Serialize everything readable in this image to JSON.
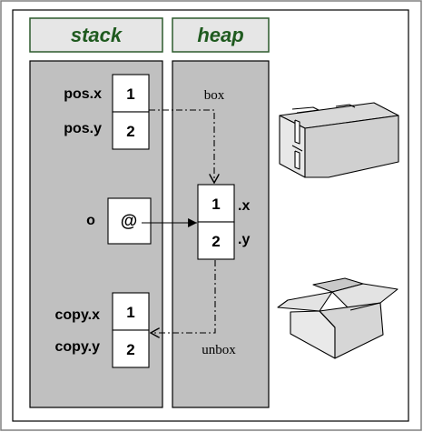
{
  "headers": {
    "stack": "stack",
    "heap": "heap"
  },
  "stack": {
    "pos_x_label": "pos.x",
    "pos_y_label": "pos.y",
    "pos_x_value": "1",
    "pos_y_value": "2",
    "o_label": "o",
    "o_value": "@",
    "copy_x_label": "copy.x",
    "copy_y_label": "copy.y",
    "copy_x_value": "1",
    "copy_y_value": "2"
  },
  "heap": {
    "x_value": "1",
    "y_value": "2",
    "x_field": ".x",
    "y_field": ".y"
  },
  "operations": {
    "box": "box",
    "unbox": "unbox"
  },
  "icons": {
    "closed": "closed-box-icon",
    "open": "open-box-icon"
  },
  "colors": {
    "header_fill": "#e6e6e6",
    "header_text": "#1f5a1f",
    "column_fill": "#c0c0c0",
    "cell_fill": "#ffffff",
    "box_fill": "#e4e4e4",
    "line": "#000000"
  }
}
